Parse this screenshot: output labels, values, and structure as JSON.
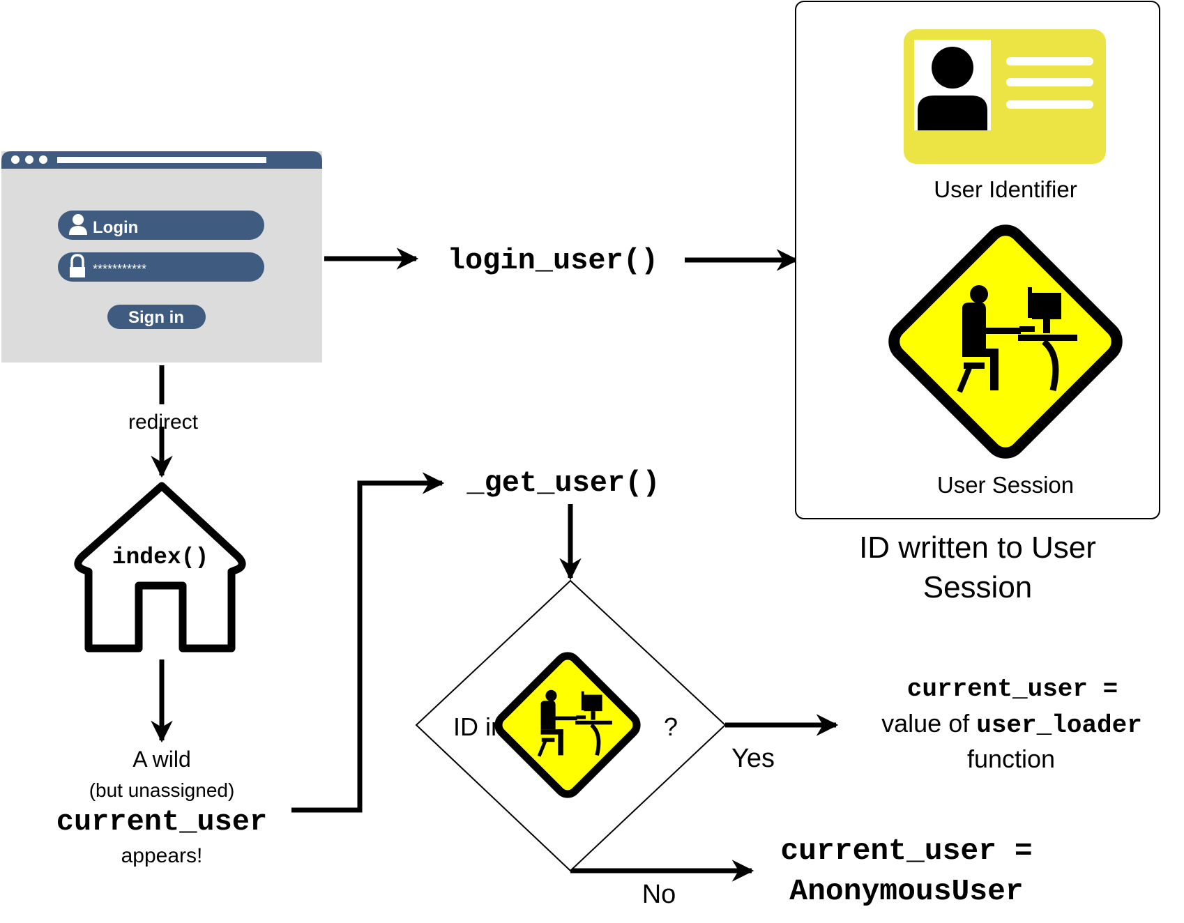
{
  "login_window": {
    "login_label": "Login",
    "password_mask": "***********",
    "signin_label": "Sign in"
  },
  "functions": {
    "login_user": "login_user()",
    "get_user": "_get_user()",
    "index": "index()"
  },
  "edges": {
    "redirect": "redirect",
    "yes": "Yes",
    "no": "No"
  },
  "session_box": {
    "user_identifier": "User Identifier",
    "user_session": "User Session",
    "caption_line1": "ID written to User",
    "caption_line2": "Session"
  },
  "decision": {
    "left_text": "ID in",
    "right_text": "?"
  },
  "wild_user": {
    "line1": "A wild",
    "line2": "(but unassigned)",
    "line3": "current_user",
    "line4": "appears!"
  },
  "yes_result": {
    "line1": "current_user =",
    "line2_prefix": "value of",
    "line2_code": "user_loader",
    "line3": "function"
  },
  "no_result": {
    "line1": "current_user =",
    "line2": "AnonymousUser"
  },
  "colors": {
    "window_header": "#3f5b7f",
    "window_body": "#dcdcdc",
    "id_card": "#ece345",
    "warning_yellow": "#ffff00",
    "ink": "#000000"
  }
}
